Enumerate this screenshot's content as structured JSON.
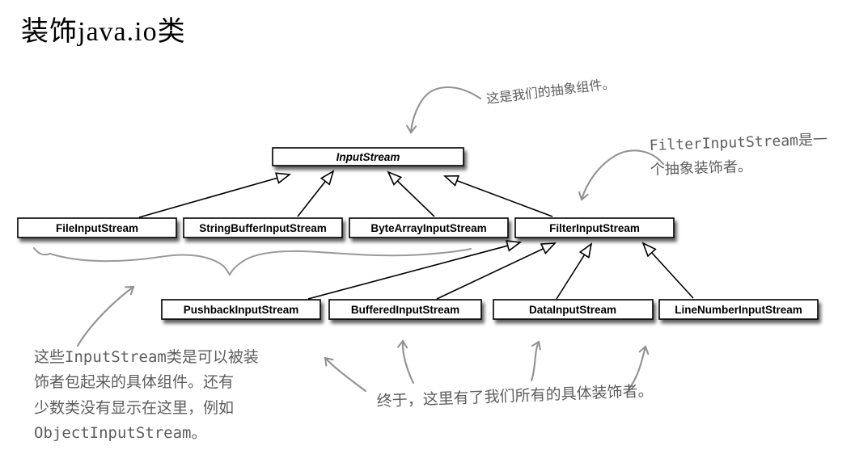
{
  "title": "装饰java.io类",
  "classes": [
    {
      "name": "InputStream",
      "abstract": true,
      "role": "abstract component"
    },
    {
      "name": "FileInputStream",
      "role": "concrete component"
    },
    {
      "name": "StringBufferInputStream",
      "role": "concrete component"
    },
    {
      "name": "ByteArrayInputStream",
      "role": "concrete component"
    },
    {
      "name": "FilterInputStream",
      "role": "abstract decorator"
    },
    {
      "name": "PushbackInputStream",
      "role": "concrete decorator"
    },
    {
      "name": "BufferedInputStream",
      "role": "concrete decorator"
    },
    {
      "name": "DataInputStream",
      "role": "concrete decorator"
    },
    {
      "name": "LineNumberInputStream",
      "role": "concrete decorator"
    }
  ],
  "relations": [
    {
      "from": "FileInputStream",
      "to": "InputStream",
      "type": "extends"
    },
    {
      "from": "StringBufferInputStream",
      "to": "InputStream",
      "type": "extends"
    },
    {
      "from": "ByteArrayInputStream",
      "to": "InputStream",
      "type": "extends"
    },
    {
      "from": "FilterInputStream",
      "to": "InputStream",
      "type": "extends"
    },
    {
      "from": "PushbackInputStream",
      "to": "FilterInputStream",
      "type": "extends"
    },
    {
      "from": "BufferedInputStream",
      "to": "FilterInputStream",
      "type": "extends"
    },
    {
      "from": "DataInputStream",
      "to": "FilterInputStream",
      "type": "extends"
    },
    {
      "from": "LineNumberInputStream",
      "to": "FilterInputStream",
      "type": "extends"
    }
  ],
  "annotations": {
    "abstract_component": "这是我们的抽象组件。",
    "abstract_decorator_line1": "FilterInputStream是一",
    "abstract_decorator_line2": "个抽象装饰者。",
    "concrete_components_line1": "这些InputStream类是可以被装",
    "concrete_components_line2": "饰者包起来的具体组件。还有",
    "concrete_components_line3": "少数类没有显示在这里，例如",
    "concrete_components_line4": "ObjectInputStream。",
    "concrete_decorators": "终于，这里有了我们所有的具体装饰者。"
  },
  "colors": {
    "background": "#ffffff",
    "box_fill": "#ffffff",
    "box_border": "#000000",
    "inherit_line": "#000000",
    "sketch_gray": "#929292",
    "note_text": "#5d5d5d"
  }
}
